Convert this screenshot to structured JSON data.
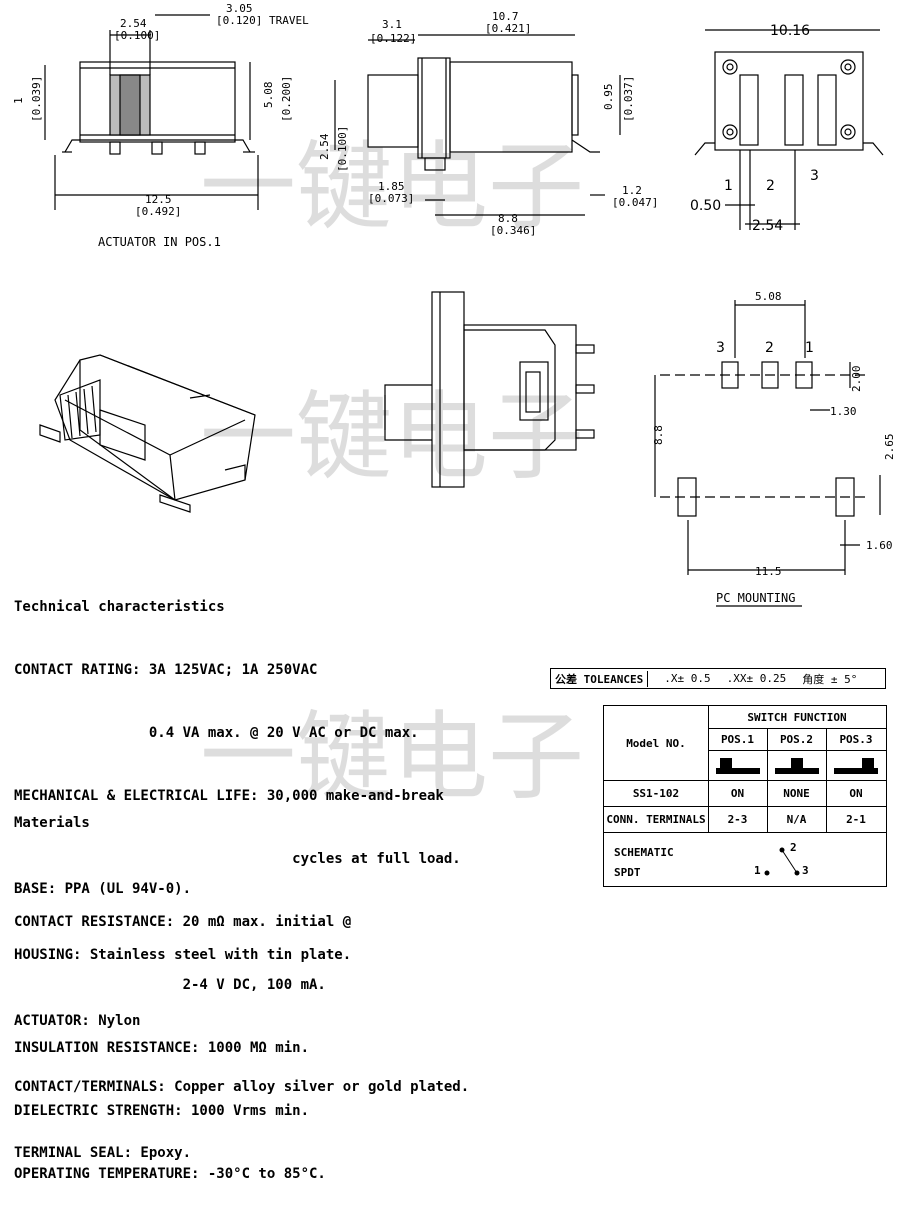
{
  "watermark": "一键电子",
  "top_left": {
    "dims": [
      "2.54",
      "[0.100]",
      "3.05",
      "[0.120] TRAVEL",
      "1",
      "[0.039]",
      "5.08",
      "[0.200]",
      "12.5",
      "[0.492]"
    ],
    "caption": "ACTUATOR IN POS.1"
  },
  "top_mid": {
    "dims": [
      "3.1",
      "[0.122]",
      "10.7",
      "[0.421]",
      "0.95",
      "[0.037]",
      "2.54",
      "[0.100]",
      "1.85",
      "[0.073]",
      "1.2",
      "[0.047]",
      "8.8",
      "[0.346]"
    ]
  },
  "top_right": {
    "width": "10.16",
    "pins": [
      "1",
      "2",
      "3"
    ],
    "pitch": "0.50",
    "spacing": "2.54"
  },
  "pc_mounting": {
    "pins": [
      "3",
      "2",
      "1"
    ],
    "dims": [
      "5.08",
      "2.00",
      "1.30",
      "8.8",
      "2.65",
      "1.60",
      "11.5"
    ],
    "caption": "PC MOUNTING"
  },
  "tech": {
    "heading": "Technical characteristics",
    "lines": [
      "CONTACT RATING: 3A 125VAC; 1A 250VAC",
      "                0.4 VA max. @ 20 V AC or DC max.",
      "MECHANICAL & ELECTRICAL LIFE: 30,000 make-and-break",
      "                                 cycles at full load.",
      "CONTACT RESISTANCE: 20 mΩ max. initial @",
      "                    2-4 V DC, 100 mA.",
      "INSULATION RESISTANCE: 1000 MΩ min.",
      "DIELECTRIC STRENGTH: 1000 Vrms min.",
      "OPERATING TEMPERATURE: -30°C to 85°C."
    ]
  },
  "materials": {
    "heading": "Materials",
    "lines": [
      "BASE: PPA (UL 94V-0).",
      "HOUSING: Stainless steel with tin plate.",
      "ACTUATOR: Nylon",
      "CONTACT/TERMINALS: Copper alloy silver or gold plated.",
      "TERMINAL SEAL: Epoxy."
    ]
  },
  "tolerances": {
    "label": "公差 TOLEANCES",
    "x": ".X± 0.5",
    "xx": ".XX± 0.25",
    "angle": "角度 ± 5°"
  },
  "switch_table": {
    "title": "SWITCH FUNCTION",
    "model_label": "Model NO.",
    "positions": [
      "POS.1",
      "POS.2",
      "POS.3"
    ],
    "rows": [
      {
        "label": "SS1-102",
        "values": [
          "ON",
          "NONE",
          "ON"
        ]
      },
      {
        "label": "CONN. TERMINALS",
        "values": [
          "2-3",
          "N/A",
          "2-1"
        ]
      }
    ],
    "schematic_label": "SCHEMATIC",
    "schematic_type": "SPDT",
    "schematic_pins": [
      "2",
      "1",
      "3"
    ]
  }
}
